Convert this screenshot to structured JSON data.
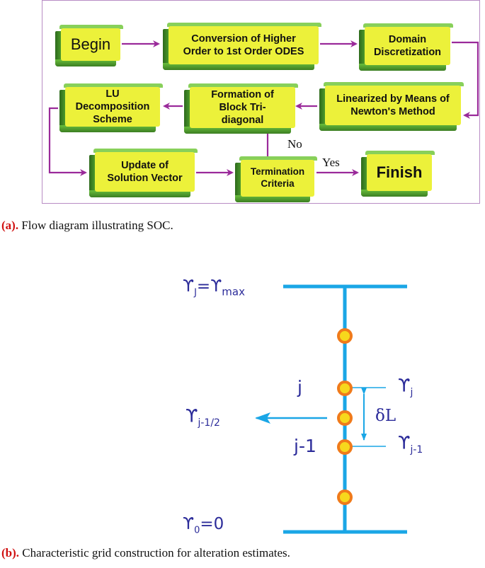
{
  "flow": {
    "boxes": {
      "begin": "Begin",
      "conversion": "Conversion of Higher Order to 1st Order ODES",
      "domain": "Domain Discretization",
      "lu": "LU Decomposition Scheme",
      "block": "Formation of Block Tri-diagonal",
      "linearized": "Linearized by Means of Newton's Method",
      "update": "Update of Solution Vector",
      "termination": "Termination Criteria",
      "finish": "Finish"
    },
    "labels": {
      "no": "No",
      "yes": "Yes"
    },
    "caption_tag": "(a).",
    "caption_text": " Flow diagram illustrating SOC."
  },
  "grid": {
    "top_label_main": "ϒ",
    "top_label_sub": "J",
    "top_label_eq": "=ϒ",
    "top_label_max": "max",
    "bottom_label_main": "ϒ",
    "bottom_label_sub": "0",
    "bottom_label_eq": "=0",
    "j_label": "j",
    "j1_label": "j-1",
    "yj_main": "ϒ",
    "yj_sub": "j",
    "yj1_main": "ϒ",
    "yj1_sub": "j-1",
    "yhalf_main": "ϒ",
    "yhalf_sub": "j-1/2",
    "delta_label": "δL",
    "caption_tag": "(b).",
    "caption_text": " Characteristic grid construction for alteration estimates."
  },
  "colors": {
    "box": "#ecf13a",
    "box_side": "#4a9a2a",
    "arrow": "#9a2a9a",
    "grid_line": "#1aa6e6",
    "node_fill": "#f7d81c",
    "node_ring": "#f07a1a",
    "label_blue": "#2c2c9a"
  }
}
